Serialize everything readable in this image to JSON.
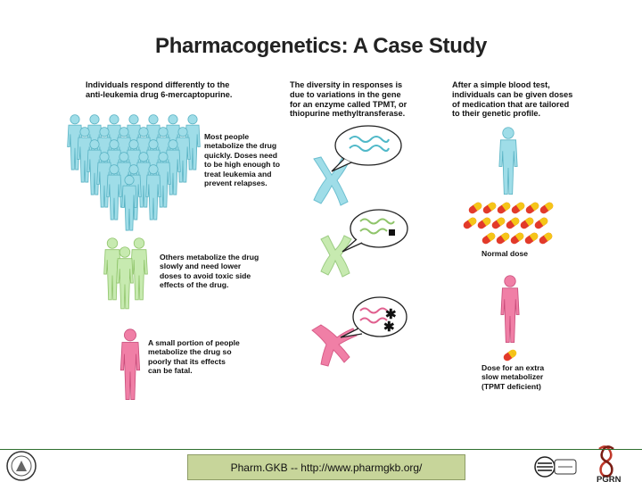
{
  "title": "Pharmacogenetics: A Case Study",
  "columns": {
    "left_heading": [
      "Individuals respond differently to the",
      "anti-leukemia drug 6-mercaptopurine."
    ],
    "middle_heading": [
      "The diversity in responses is",
      "due to variations in the gene",
      "for an enzyme called TPMT, or",
      "thiopurine methyltransferase."
    ],
    "right_heading": [
      "After a simple blood test,",
      "individuals can be given doses",
      "of medication that are tailored",
      "to their genetic profile."
    ]
  },
  "groups": {
    "most": [
      "Most people",
      "metabolize the drug",
      "quickly. Doses need",
      "to be high enough to",
      "treat leukemia and",
      "prevent relapses."
    ],
    "others": [
      "Others metabolize the drug",
      "slowly and need lower",
      "doses to avoid toxic side",
      "effects of the drug."
    ],
    "small": [
      "A small portion of people",
      "metabolize the drug so",
      "poorly that its effects",
      "can be fatal."
    ]
  },
  "dose_labels": {
    "normal": "Normal dose",
    "slow": [
      "Dose for an extra",
      "slow metabolizer",
      "(TPMT deficient)"
    ]
  },
  "footer": {
    "link_text": "Pharm.GKB -- http://www.pharmgkb.org/",
    "logo_right": "PGRN"
  },
  "colors": {
    "blue": "#9fdde8",
    "green": "#c7eab0",
    "pink": "#f07fa6",
    "pill_red": "#e23a2a",
    "pill_yellow": "#f5c518",
    "footer_box": "#c7d59a"
  }
}
